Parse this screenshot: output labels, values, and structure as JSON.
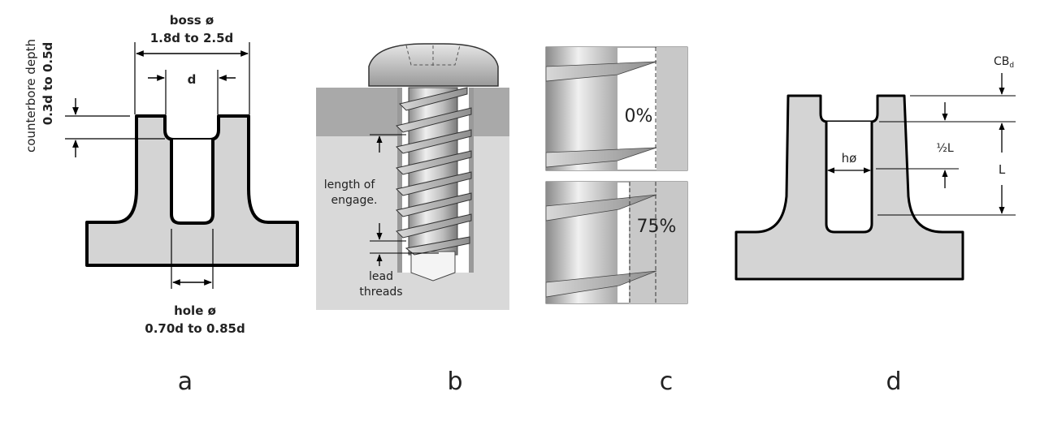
{
  "panels": {
    "a": {
      "letter": "a",
      "boss_label": "boss ø",
      "boss_range": "1.8d to 2.5d",
      "d_label": "d",
      "cb_label": "counterbore depth",
      "cb_range": "0.3d to 0.5d",
      "hole_label": "hole ø",
      "hole_range": "0.70d to 0.85d"
    },
    "b": {
      "letter": "b",
      "engage_line1": "length of",
      "engage_line2": "engage.",
      "lead_line1": "lead",
      "lead_line2": "threads"
    },
    "c": {
      "letter": "c",
      "top_percent": "0%",
      "bottom_percent": "75%"
    },
    "d": {
      "letter": "d",
      "cb_main": "CB",
      "cb_sub": "d",
      "h_label": "hø",
      "half_l": "½L",
      "l_label": "L"
    }
  },
  "colors": {
    "part_fill": "#d4d4d4",
    "dark_fill": "#a9a9a9",
    "light_fill": "#d9d9d9",
    "line": "#000000",
    "text": "#222222"
  }
}
